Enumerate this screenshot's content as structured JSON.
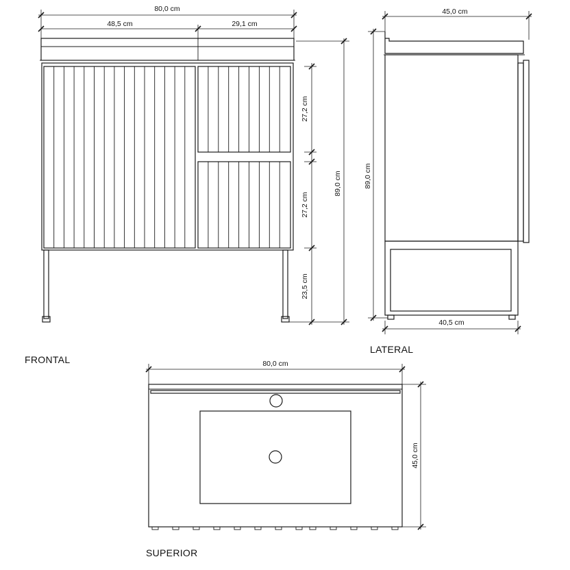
{
  "views": {
    "frontal": "FRONTAL",
    "lateral": "LATERAL",
    "superior": "SUPERIOR"
  },
  "dimensions": {
    "front_total_width": "80,0 cm",
    "front_left_width": "48,5 cm",
    "front_right_width": "29,1 cm",
    "drawer_top_height": "27,2 cm",
    "drawer_bottom_height": "27,2 cm",
    "leg_height": "23,5 cm",
    "total_height": "89,0 cm",
    "side_depth_top": "45,0 cm",
    "side_height": "89,0 cm",
    "side_depth_base": "40,5 cm",
    "top_width": "80,0 cm",
    "top_depth": "45,0 cm"
  }
}
